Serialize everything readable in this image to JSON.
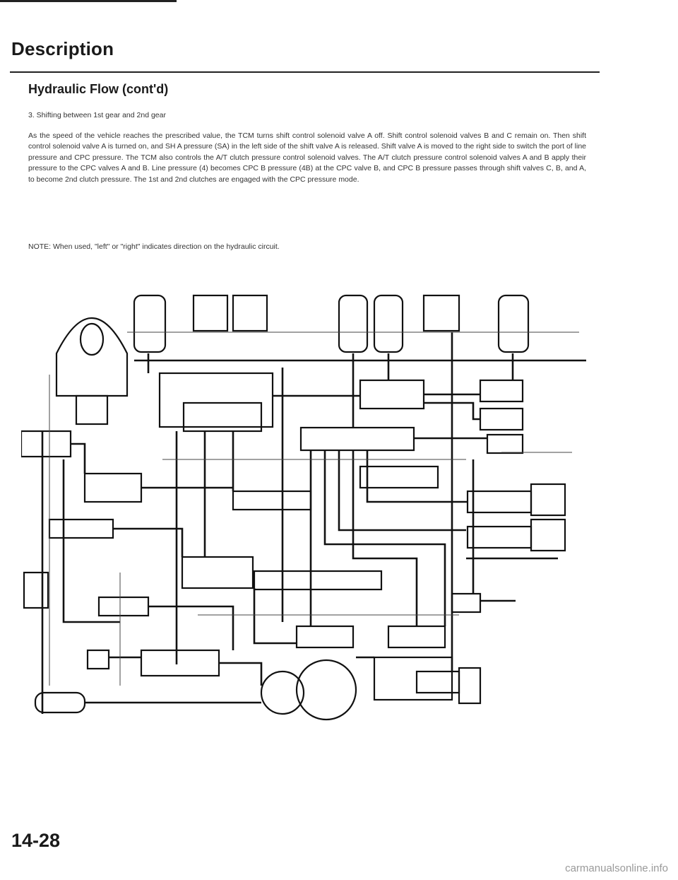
{
  "header": {
    "section_title": "Description",
    "subsection_title": "Hydraulic Flow (cont'd)"
  },
  "body": {
    "step": "3. Shifting between 1st gear and 2nd gear",
    "paragraph": "As the speed of the vehicle reaches the prescribed value, the TCM turns shift control solenoid valve A off. Shift control solenoid valves B and C remain on. Then shift control solenoid valve A is turned on, and SH A pressure (SA) in the left side of the shift valve A is released. Shift valve A is moved to the right side to switch the port of line pressure and CPC pressure. The TCM also controls the A/T clutch pressure control solenoid valves. The A/T clutch pressure control solenoid valves A and B apply their pressure to the CPC valves A and B. Line pressure (4) becomes CPC B pressure (4B) at the CPC valve B, and CPC B pressure passes through shift valves C, B, and A, to become 2nd clutch pressure. The 1st and 2nd clutches are engaged with the CPC pressure mode.",
    "note": "NOTE: When used, \"left\" or \"right\" indicates direction on the hydraulic circuit."
  },
  "footer": {
    "page_number": "14-28",
    "watermark": "carmanualsonline.info"
  },
  "colors": {
    "ink": "#111111",
    "rule": "#222222",
    "watermark": "#9a9a9a"
  }
}
